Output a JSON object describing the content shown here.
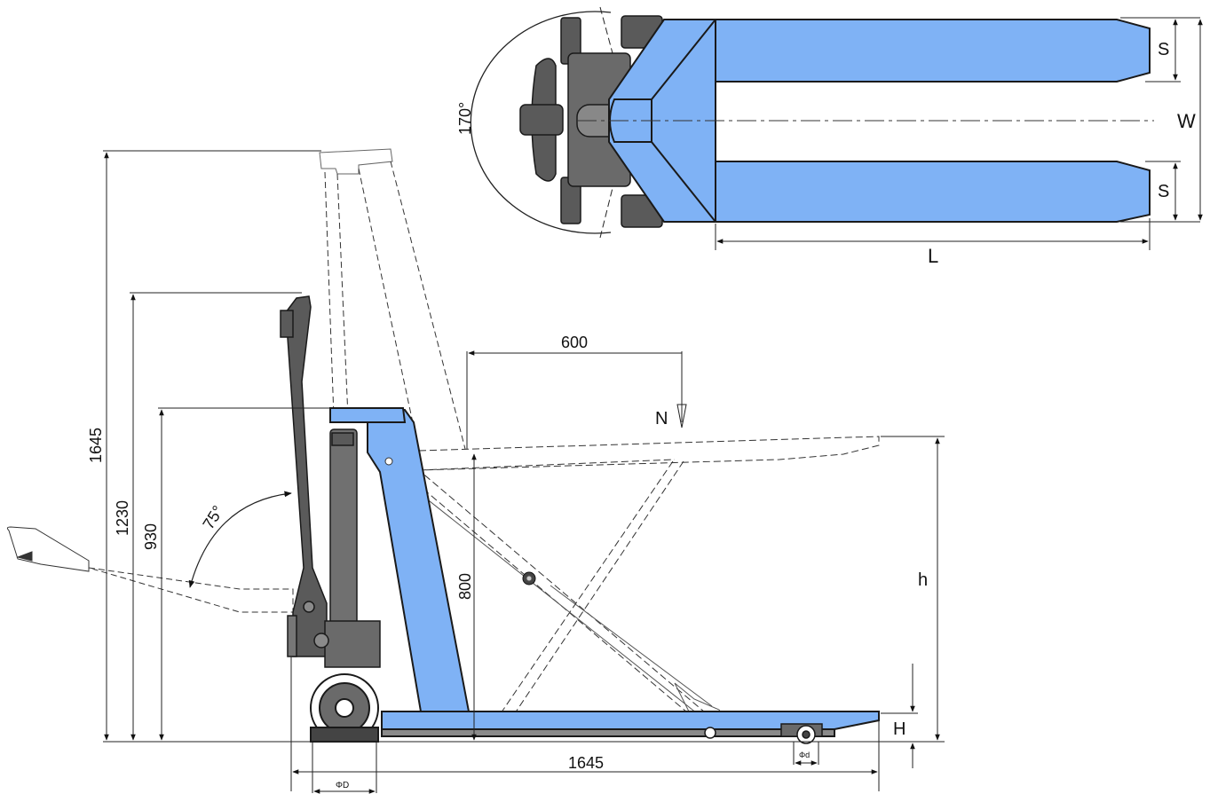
{
  "dimensions": {
    "total_height": "1645",
    "handle_height": "1230",
    "platform_height": "930",
    "handle_angle": "75°",
    "steer_angle": "170°",
    "load_center": "600",
    "load_symbol": "N",
    "scissor_height": "800",
    "lift_height": "h",
    "lowered_height": "H",
    "overall_length": "1645",
    "front_wheel_dia": "ΦD",
    "rear_roller_dia": "Φd",
    "fork_width": "S",
    "overall_width": "W",
    "fork_length": "L"
  },
  "colors": {
    "fork_blue": "#7fb2f5",
    "outline": "#1a1a1a",
    "metal_dark": "#5a5a5a",
    "metal_mid": "#8a8a8a"
  }
}
